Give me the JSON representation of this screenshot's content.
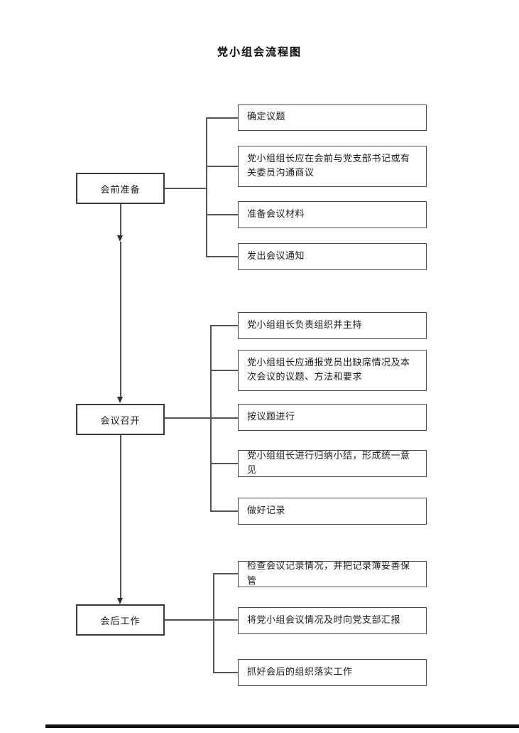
{
  "doc": {
    "title": "党小组会流程图"
  },
  "flow": {
    "stages": [
      {
        "label": "会前准备",
        "steps": [
          "确定议题",
          "党小组组长应在会前与党支部书记或有关委员沟通商议",
          "准备会议材料",
          "发出会议通知"
        ]
      },
      {
        "label": "会议召开",
        "steps": [
          "党小组组长负责组织并主持",
          "党小组组长应通报党员出缺席情况及本次会议的议题、方法和要求",
          "按议题进行",
          "党小组组长进行归纳小结，形成统一意见",
          "做好记录"
        ]
      },
      {
        "label": "会后工作",
        "steps": [
          "检查会议记录情况，并把记录簿妥善保管",
          "将党小组会议情况及时向党支部汇报",
          "抓好会后的组织落实工作"
        ]
      }
    ],
    "colors": {
      "line": "#545454",
      "box_border": "#474747",
      "stage_border": "#3a3a3a",
      "text": "#1a1a1a"
    }
  }
}
